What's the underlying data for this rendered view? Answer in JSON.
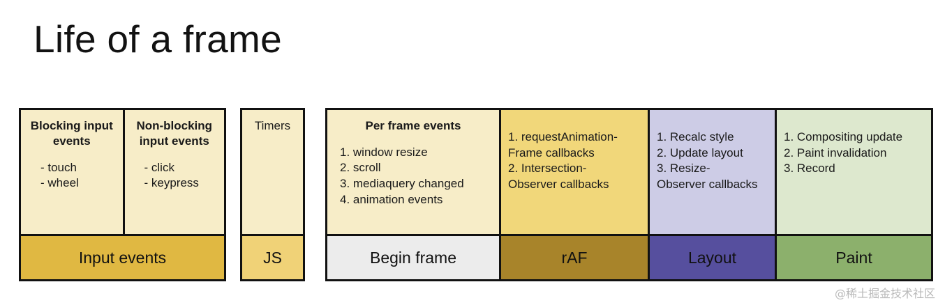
{
  "page": {
    "title": "Life of a frame",
    "watermark": "@稀土掘金技术社区"
  },
  "colors": {
    "cream": "#F7EDC8",
    "gold": "#F1D77A",
    "deep_gold": "#E0B842",
    "js_gold": "#F0D277",
    "bronze": "#A8842A",
    "lavender": "#CDCCE6",
    "indigo": "#564F9E",
    "light_green": "#DDE8CE",
    "sage_green": "#8CB06C",
    "begin_frame_gray": "#ECECEC",
    "border": "#111111"
  },
  "groups": {
    "input": {
      "panels": [
        {
          "title": "Blocking\ninput events",
          "items": "- touch\n- wheel"
        },
        {
          "title": "Non-blocking\ninput events",
          "items": "- click\n- keypress"
        }
      ],
      "bar_label": "Input events"
    },
    "timers": {
      "panels": [
        {
          "title": "Timers",
          "items": ""
        }
      ],
      "bar_label": "JS"
    },
    "frame": {
      "panels": [
        {
          "title": "Per frame events",
          "items": "1. window resize\n2. scroll\n3. mediaquery changed\n4. animation events"
        },
        {
          "title": "",
          "items": "1. requestAnimation-\nFrame callbacks\n2. Intersection-\nObserver callbacks"
        },
        {
          "title": "",
          "items": "1. Recalc style\n2. Update layout\n3. Resize-\nObserver callbacks"
        },
        {
          "title": "",
          "items": "1. Compositing update\n2. Paint invalidation\n3. Record"
        }
      ],
      "bars": [
        {
          "label": "Begin frame"
        },
        {
          "label": "rAF"
        },
        {
          "label": "Layout"
        },
        {
          "label": "Paint"
        }
      ]
    }
  }
}
